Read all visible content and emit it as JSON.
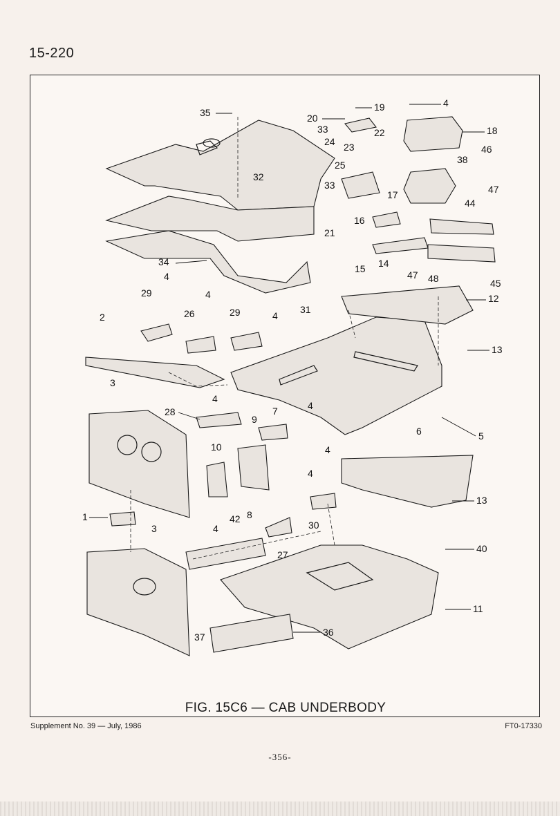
{
  "page": {
    "section_number": "15-220",
    "figure_caption": "FIG. 15C6 — CAB UNDERBODY",
    "supplement": "Supplement No. 39 — July, 1986",
    "ref_code": "FT0-17330",
    "page_number": "-356-"
  },
  "callouts": [
    "1",
    "2",
    "3",
    "4",
    "6",
    "7",
    "8",
    "9",
    "10",
    "11",
    "12",
    "13",
    "14",
    "15",
    "16",
    "17",
    "18",
    "19",
    "20",
    "21",
    "22",
    "23",
    "24",
    "25",
    "26",
    "27",
    "28",
    "29",
    "30",
    "31",
    "32",
    "33",
    "34",
    "35",
    "36",
    "37",
    "38",
    "40",
    "42",
    "44",
    "45",
    "46",
    "47",
    "48",
    "5"
  ]
}
